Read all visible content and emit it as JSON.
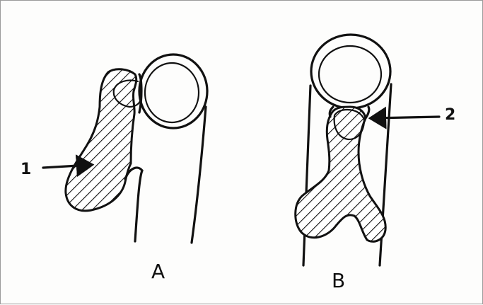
{
  "figure": {
    "panels": [
      {
        "id": "A",
        "label": "A"
      },
      {
        "id": "B",
        "label": "B"
      }
    ],
    "markers": [
      {
        "id": "1",
        "label": "1"
      },
      {
        "id": "2",
        "label": "2"
      }
    ]
  },
  "colors": {
    "ink": "#111111",
    "background": "#fdfdfc",
    "border": "#9a9a9a"
  }
}
